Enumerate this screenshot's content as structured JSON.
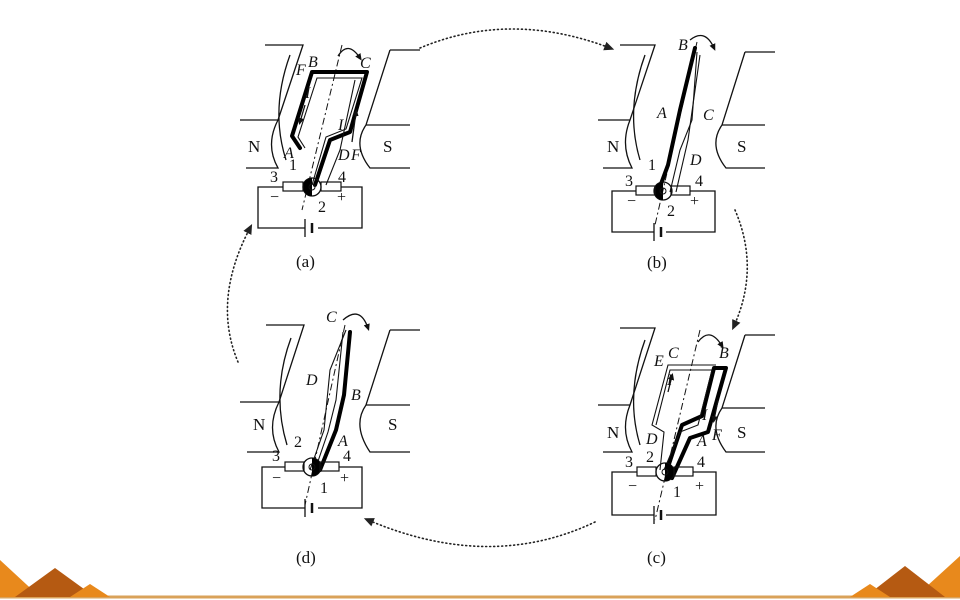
{
  "colors": {
    "ink": "#111111",
    "background": "#ffffff",
    "footer_orange": "#e8891c",
    "footer_dark": "#b55a12",
    "footer_line": "#d9a25a"
  },
  "panels": [
    {
      "id": "a",
      "caption": "(a)",
      "north": "N",
      "south": "S",
      "brushes": [
        "3",
        "4"
      ],
      "segments": [
        "1",
        "2"
      ],
      "polarity": [
        "−",
        "+"
      ],
      "points": [
        "F",
        "B",
        "C",
        "A",
        "D",
        "F"
      ],
      "current": [
        "I",
        "I"
      ]
    },
    {
      "id": "b",
      "caption": "(b)",
      "north": "N",
      "south": "S",
      "brushes": [
        "3",
        "4"
      ],
      "segments": [
        "1",
        "2"
      ],
      "polarity": [
        "−",
        "+"
      ],
      "points": [
        "B",
        "A",
        "C",
        "D"
      ],
      "current": []
    },
    {
      "id": "c",
      "caption": "(c)",
      "north": "N",
      "south": "S",
      "brushes": [
        "3",
        "4"
      ],
      "segments": [
        "2",
        "1"
      ],
      "polarity": [
        "−",
        "+"
      ],
      "points": [
        "E",
        "C",
        "B",
        "D",
        "A",
        "F"
      ],
      "current": [
        "I",
        "I"
      ]
    },
    {
      "id": "d",
      "caption": "(d)",
      "north": "N",
      "south": "S",
      "brushes": [
        "3",
        "4"
      ],
      "segments": [
        "2",
        "1"
      ],
      "polarity": [
        "−",
        "+"
      ],
      "points": [
        "C",
        "D",
        "B",
        "A"
      ],
      "current": []
    }
  ],
  "cycle_arrows": [
    "clockwise"
  ]
}
